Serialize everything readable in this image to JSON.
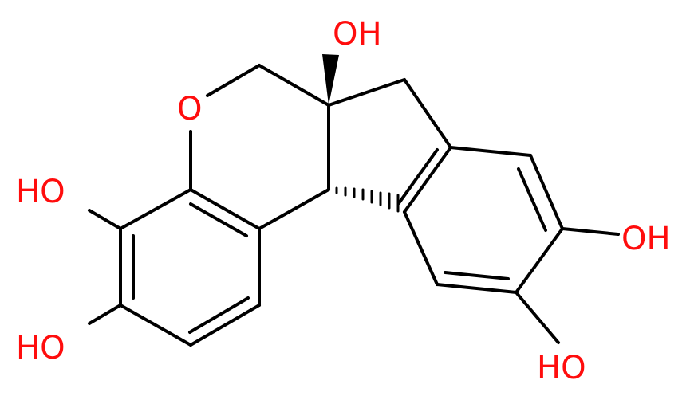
{
  "molecule": {
    "atom_color": "#ff0d0d",
    "bond_color": "#000000",
    "labels": {
      "oh_top": "OH",
      "ring_o": "O",
      "ho_left_upper": "HO",
      "ho_left_lower": "HO",
      "oh_right": "OH",
      "ho_right_lower": "HO"
    }
  }
}
